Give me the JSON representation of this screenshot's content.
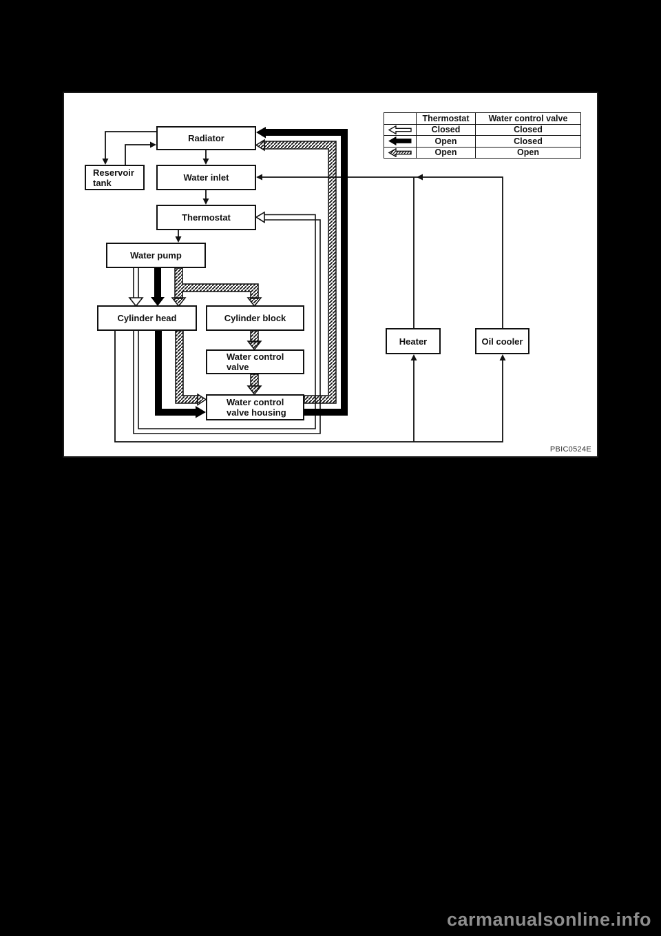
{
  "page": {
    "watermark": "carmanualsonline.info",
    "figure_code": "PBIC0524E",
    "background_color": "#000000",
    "panel_color": "#ffffff",
    "line_color": "#111111",
    "watermark_color": "#8e8e8e"
  },
  "nodes": {
    "radiator": "Radiator",
    "reservoir_tank": "Reservoir tank",
    "water_inlet": "Water inlet",
    "thermostat": "Thermostat",
    "water_pump": "Water pump",
    "cylinder_head": "Cylinder head",
    "cylinder_block": "Cylinder block",
    "water_control_valve": "Water control valve",
    "water_control_valve_housing": "Water control valve housing",
    "heater": "Heater",
    "oil_cooler": "Oil cooler"
  },
  "legend": {
    "headers": [
      "",
      "Thermostat",
      "Water control valve"
    ],
    "rows": [
      {
        "arrow_icon": "hollow-left-arrow",
        "thermostat": "Closed",
        "water_control_valve": "Closed"
      },
      {
        "arrow_icon": "solid-black-left-arrow",
        "thermostat": "Open",
        "water_control_valve": "Closed"
      },
      {
        "arrow_icon": "hatched-left-arrow",
        "thermostat": "Open",
        "water_control_valve": "Open"
      }
    ]
  },
  "flows": [
    {
      "from": "Radiator",
      "to": "Water inlet",
      "style": "thin-line"
    },
    {
      "from": "Water inlet",
      "to": "Thermostat",
      "style": "thin-line"
    },
    {
      "from": "Thermostat",
      "to": "Water pump",
      "style": "thin-line"
    },
    {
      "from": "Radiator",
      "to": "Reservoir tank",
      "style": "thin-line"
    },
    {
      "from": "Reservoir tank",
      "to": "Radiator",
      "style": "thin-line"
    },
    {
      "from": "Heater",
      "to": "Water inlet",
      "style": "thin-line"
    },
    {
      "from": "Oil cooler",
      "to": "Water inlet",
      "style": "thin-line"
    },
    {
      "from": "Cylinder head",
      "to": "Heater",
      "style": "thin-line"
    },
    {
      "from": "Cylinder head",
      "to": "Oil cooler",
      "style": "thin-line"
    },
    {
      "from": "Water pump",
      "to": "Cylinder head",
      "style": "hollow"
    },
    {
      "from": "Cylinder head",
      "to": "Thermostat",
      "style": "hollow"
    },
    {
      "from": "Water pump",
      "to": "Cylinder head",
      "style": "solid-black"
    },
    {
      "from": "Cylinder head",
      "to": "Water control valve housing",
      "style": "solid-black"
    },
    {
      "from": "Water control valve housing",
      "to": "Radiator",
      "style": "solid-black"
    },
    {
      "from": "Water pump",
      "to": "Cylinder head",
      "style": "hatched"
    },
    {
      "from": "Water pump",
      "to": "Cylinder block",
      "style": "hatched"
    },
    {
      "from": "Cylinder block",
      "to": "Water control valve",
      "style": "hatched"
    },
    {
      "from": "Water control valve",
      "to": "Water control valve housing",
      "style": "hatched"
    },
    {
      "from": "Cylinder head",
      "to": "Water control valve housing",
      "style": "hatched"
    },
    {
      "from": "Water control valve housing",
      "to": "Radiator",
      "style": "hatched"
    }
  ]
}
